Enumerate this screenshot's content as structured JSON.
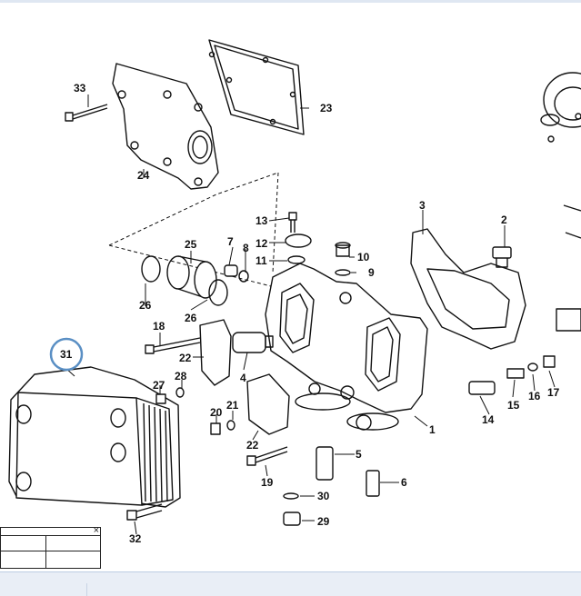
{
  "callouts": [
    {
      "id": "c33",
      "text": "33"
    },
    {
      "id": "c23",
      "text": "23"
    },
    {
      "id": "c24",
      "text": "24"
    },
    {
      "id": "c13",
      "text": "13"
    },
    {
      "id": "c3",
      "text": "3"
    },
    {
      "id": "c2",
      "text": "2"
    },
    {
      "id": "c12",
      "text": "12"
    },
    {
      "id": "c25",
      "text": "25"
    },
    {
      "id": "c7",
      "text": "7"
    },
    {
      "id": "c8",
      "text": "8"
    },
    {
      "id": "c11",
      "text": "11"
    },
    {
      "id": "c10",
      "text": "10"
    },
    {
      "id": "c9",
      "text": "9"
    },
    {
      "id": "c26a",
      "text": "26"
    },
    {
      "id": "c26b",
      "text": "26"
    },
    {
      "id": "c18",
      "text": "18"
    },
    {
      "id": "c31",
      "text": "31"
    },
    {
      "id": "c22a",
      "text": "22"
    },
    {
      "id": "c4",
      "text": "4"
    },
    {
      "id": "c27",
      "text": "27"
    },
    {
      "id": "c28",
      "text": "28"
    },
    {
      "id": "c20",
      "text": "20"
    },
    {
      "id": "c21",
      "text": "21"
    },
    {
      "id": "c22b",
      "text": "22"
    },
    {
      "id": "c1",
      "text": "1"
    },
    {
      "id": "c14",
      "text": "14"
    },
    {
      "id": "c15",
      "text": "15"
    },
    {
      "id": "c16",
      "text": "16"
    },
    {
      "id": "c17",
      "text": "17"
    },
    {
      "id": "c19",
      "text": "19"
    },
    {
      "id": "c5",
      "text": "5"
    },
    {
      "id": "c6",
      "text": "6"
    },
    {
      "id": "c30",
      "text": "30"
    },
    {
      "id": "c29",
      "text": "29"
    },
    {
      "id": "c32",
      "text": "32"
    }
  ],
  "highlighted_callout": "31",
  "highlight_color": "#5a8fc4",
  "popup": {
    "close_icon": "close-icon",
    "close_glyph": "×"
  }
}
